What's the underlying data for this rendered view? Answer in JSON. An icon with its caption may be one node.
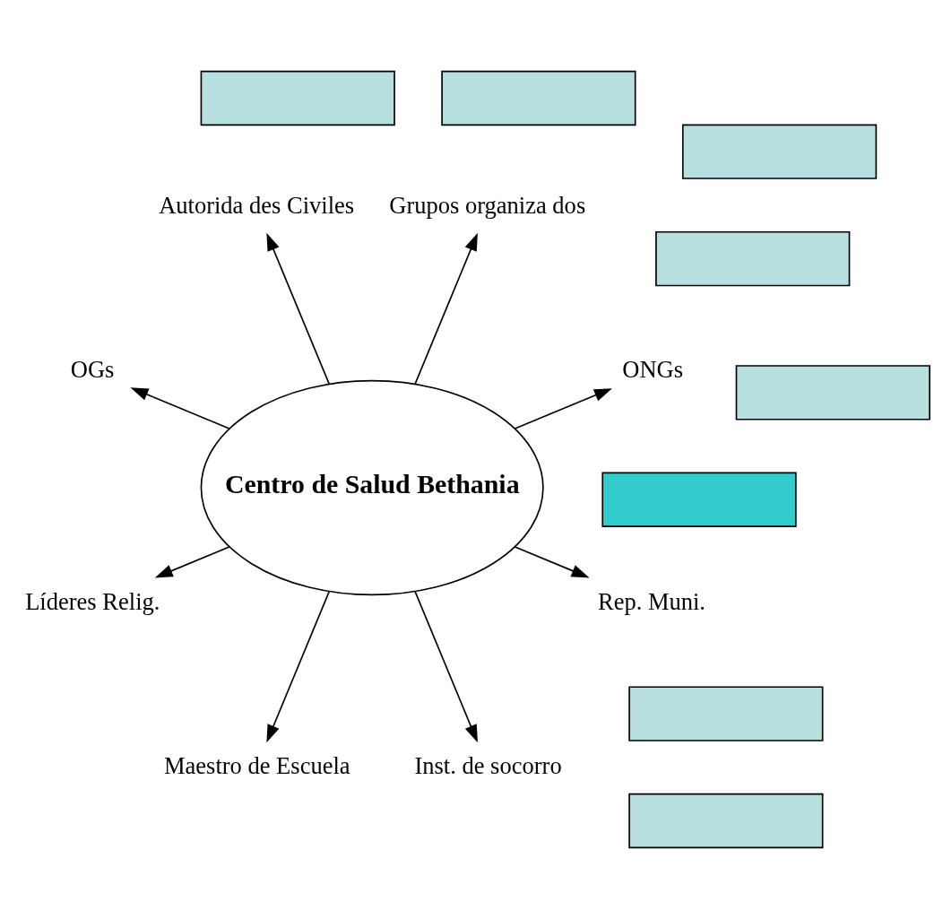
{
  "diagram": {
    "nodes": [
      {
        "text": [
          "Centro de Salud Bethania"
        ]
      },
      {
        "text": [
          "ONGs"
        ]
      },
      {
        "text": [
          "Grupos organiza dos"
        ]
      },
      {
        "text": [
          "Autorida des Civiles"
        ]
      },
      {
        "text": [
          "OGs"
        ]
      },
      {
        "text": [
          "Líderes Relig."
        ]
      },
      {
        "text": [
          "Maestro de Escuela"
        ]
      },
      {
        "text": [
          "Inst. de socorro"
        ]
      },
      {
        "text": [
          "Rep. Muni."
        ]
      },
      {
        "text": [],
        "shape": "bar"
      },
      {
        "text": [],
        "shape": "bar"
      },
      {
        "text": [],
        "shape": "bar"
      },
      {
        "text": [],
        "shape": "bar"
      },
      {
        "text": [],
        "shape": "bar"
      },
      {
        "text": [],
        "shape": "bar"
      },
      {
        "text": [],
        "shape": "bar"
      },
      {
        "text": [],
        "shape": "bar"
      }
    ],
    "edges": [
      {
        "from": 0,
        "to": 1,
        "arrow": "to"
      },
      {
        "from": 0,
        "to": 2,
        "arrow": "to"
      },
      {
        "from": 0,
        "to": 3,
        "arrow": "to"
      },
      {
        "from": 0,
        "to": 4,
        "arrow": "to"
      },
      {
        "from": 0,
        "to": 5,
        "arrow": "to"
      },
      {
        "from": 0,
        "to": 6,
        "arrow": "to"
      },
      {
        "from": 0,
        "to": 7,
        "arrow": "to"
      },
      {
        "from": 0,
        "to": 8,
        "arrow": "to"
      }
    ]
  }
}
